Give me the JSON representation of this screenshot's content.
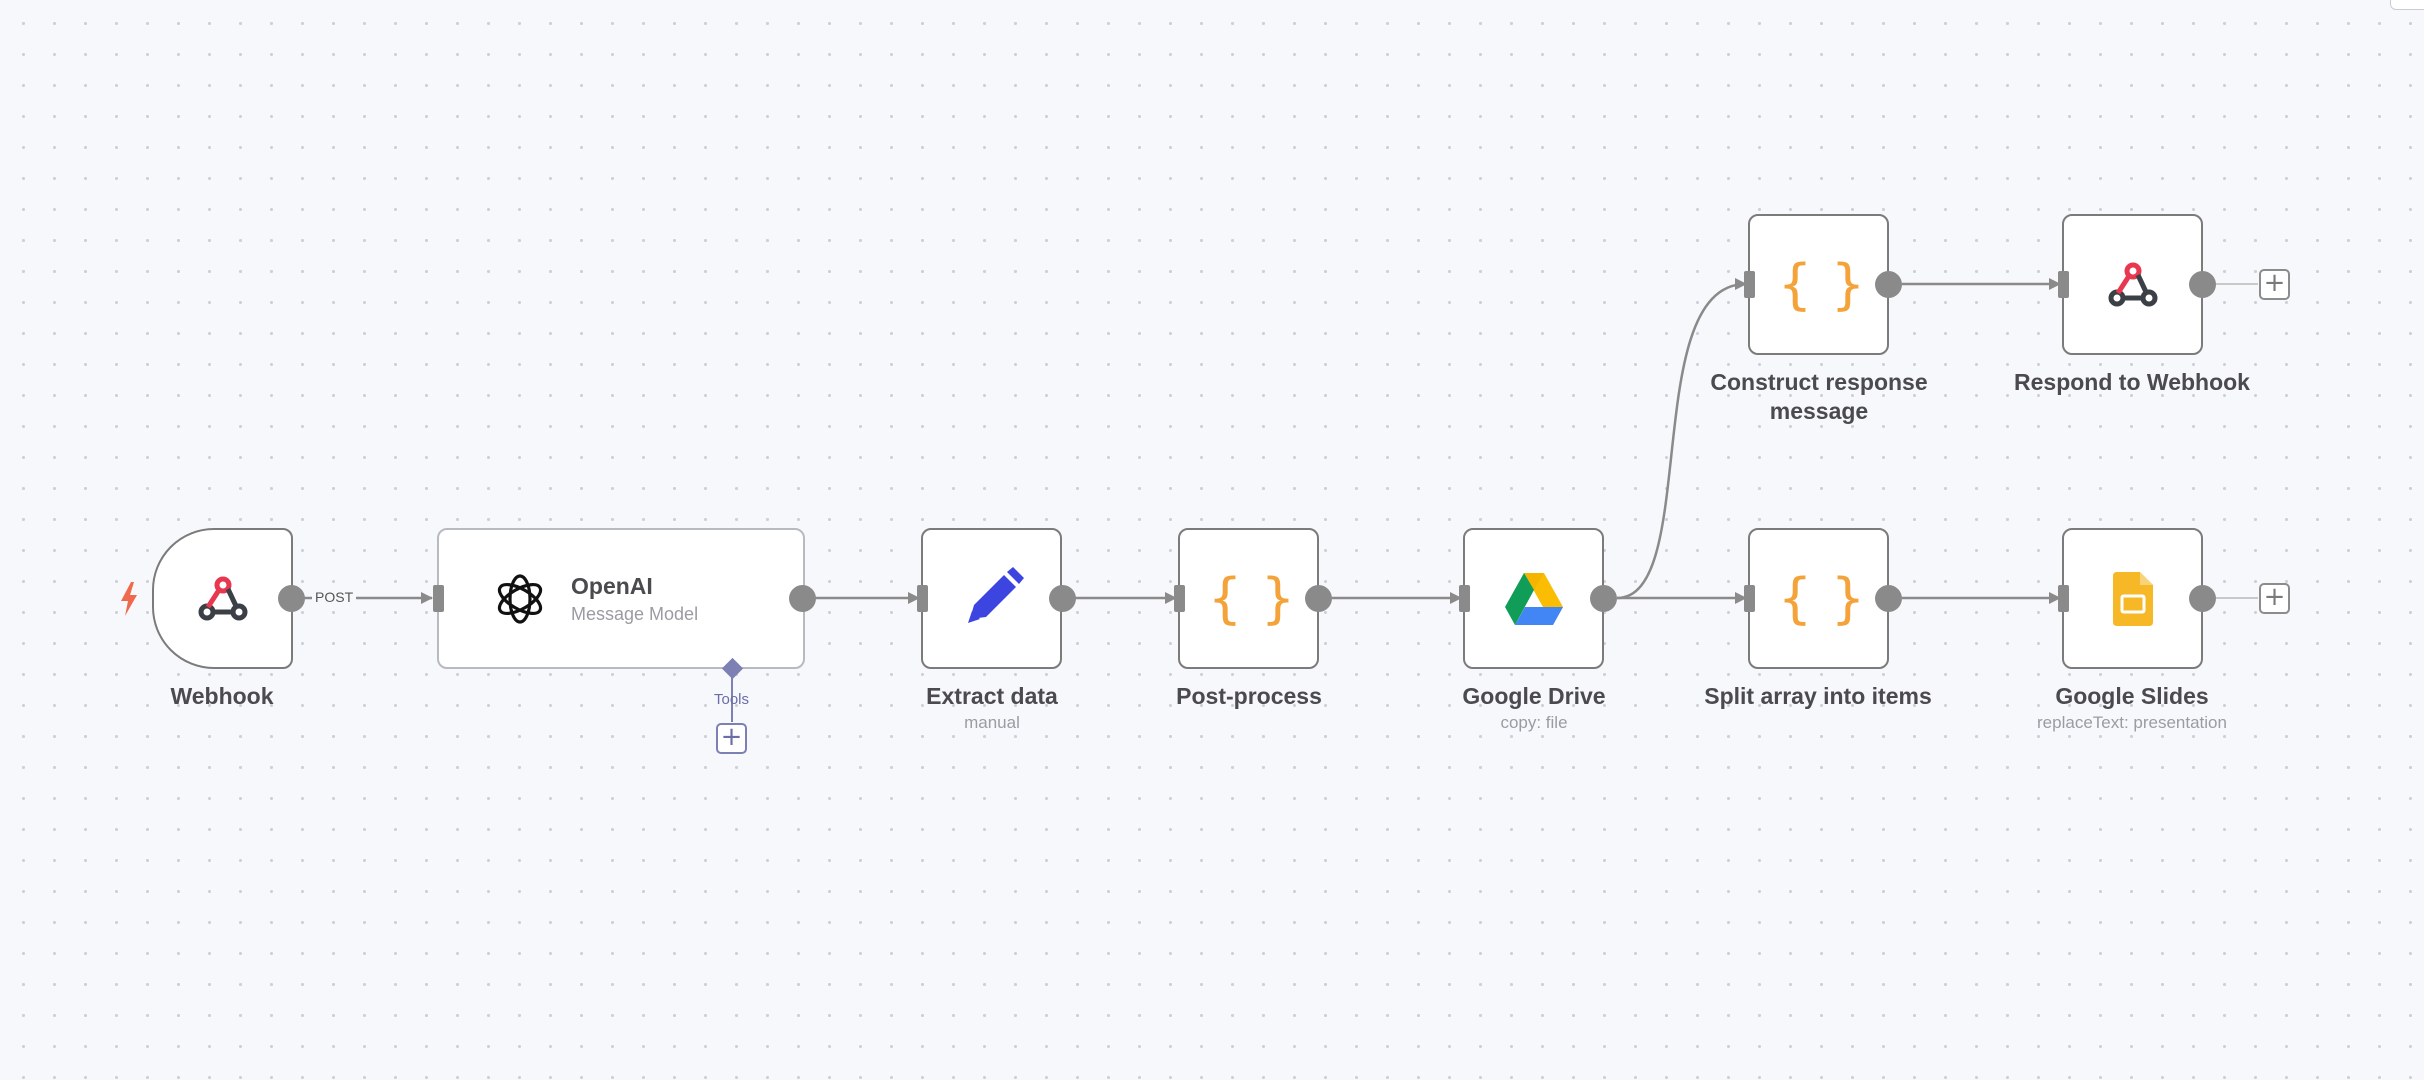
{
  "canvas": {
    "background": "#f7f8fb",
    "dot_color": "#cdd0d9"
  },
  "colors": {
    "node_border": "#7b7b7b",
    "handle": "#8a8a8a",
    "curly_orange": "#f4a33b",
    "pencil_blue": "#3d45e0",
    "webhook_red": "#e8384f",
    "tools_purple": "#7d80b3",
    "trigger_bolt": "#ef6a4d",
    "slides_yellow": "#f6b826"
  },
  "nodes": {
    "webhook": {
      "label": "Webhook",
      "icon": "webhook-icon"
    },
    "openai": {
      "title": "OpenAI",
      "subtitle": "Message Model",
      "icon": "openai-icon",
      "tools_label": "Tools"
    },
    "extract": {
      "label": "Extract data",
      "sub": "manual",
      "icon": "pencil-icon"
    },
    "postprocess": {
      "label": "Post-process",
      "icon": "curly-braces-icon"
    },
    "drive": {
      "label": "Google Drive",
      "sub": "copy: file",
      "icon": "google-drive-icon"
    },
    "construct": {
      "label": "Construct response message",
      "icon": "curly-braces-icon"
    },
    "respond": {
      "label": "Respond to Webhook",
      "icon": "webhook-icon"
    },
    "split": {
      "label": "Split array into items",
      "icon": "curly-braces-icon"
    },
    "slides": {
      "label": "Google Slides",
      "sub": "replaceText: presentation",
      "icon": "google-slides-icon"
    }
  },
  "edges": {
    "webhook_to_openai_label": "POST"
  },
  "glyphs": {
    "plus": "+",
    "curly": "{ }"
  }
}
